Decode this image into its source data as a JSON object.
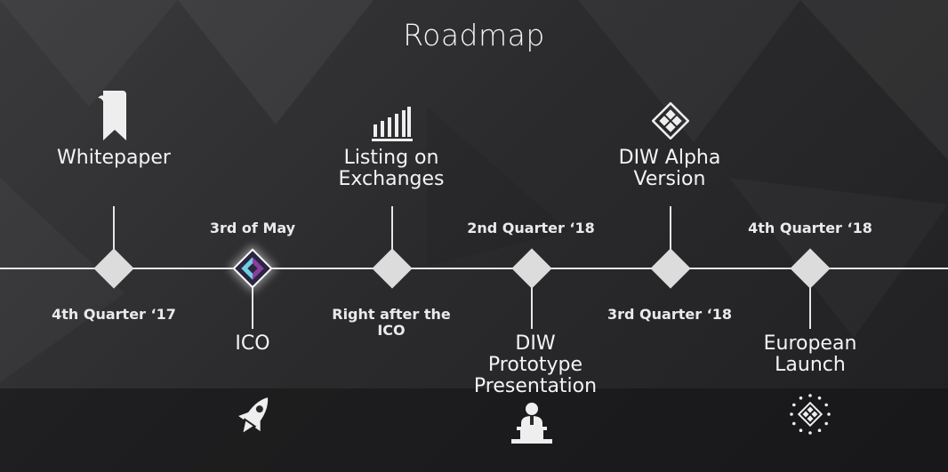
{
  "title": "Roadmap",
  "milestones": [
    {
      "label": "Whitepaper",
      "date": "4th Quarter ‘17",
      "icon": "bookmark-icon"
    },
    {
      "label": "ICO",
      "date": "3rd of May",
      "icon": "rocket-icon",
      "active": true
    },
    {
      "label": "Listing on\nExchanges",
      "date": "Right after the\nICO",
      "icon": "bar-chart-icon"
    },
    {
      "label": "DIW\nPrototype\nPresentation",
      "date": "2nd Quarter ‘18",
      "icon": "podium-icon"
    },
    {
      "label": "DIW Alpha\nVersion",
      "date": "3rd Quarter ‘18",
      "icon": "diamond-logo-icon"
    },
    {
      "label": "European\nLaunch",
      "date": "4th Quarter ‘18",
      "icon": "eu-stars-icon"
    }
  ]
}
